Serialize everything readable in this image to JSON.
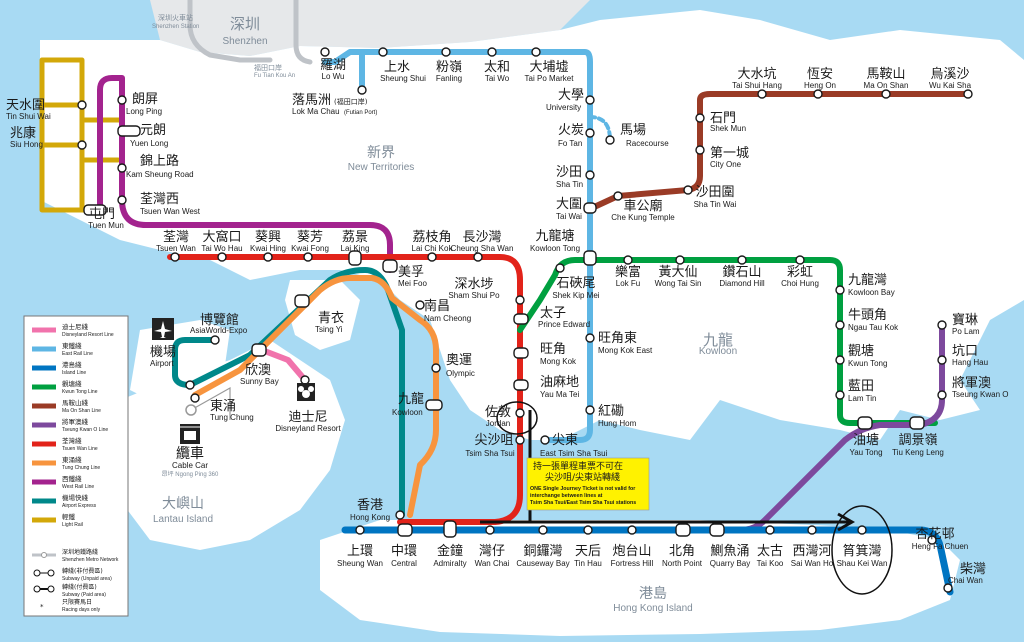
{
  "regions": {
    "shenzhen_zh": "深圳",
    "shenzhen_en": "Shenzhen",
    "nt_zh": "新界",
    "nt_en": "New Territories",
    "kowloon_zh": "九龍",
    "kowloon_en": "Kowloon",
    "lantau_zh": "大嶼山",
    "lantau_en": "Lantau Island",
    "hki_zh": "港島",
    "hki_en": "Hong Kong Island",
    "sz_station_zh": "深圳火車站",
    "sz_station_en": "Shenzhen Station",
    "futian_zh": "福田口岸",
    "futian_en": "Fu Tian Kou An",
    "ngongping": "昂坪 Ngong Ping 360"
  },
  "stations": {
    "lowu": {
      "zh": "羅湖",
      "en": "Lo Wu"
    },
    "lmc": {
      "zh": "落馬洲",
      "zh_note": "(福田口岸)",
      "en": "Lok Ma Chau",
      "en_note": "(Futian Port)"
    },
    "sheungshui": {
      "zh": "上水",
      "en": "Sheung Shui"
    },
    "fanling": {
      "zh": "粉嶺",
      "en": "Fanling"
    },
    "taiwo": {
      "zh": "太和",
      "en": "Tai Wo"
    },
    "taipomarket": {
      "zh": "大埔墟",
      "en": "Tai Po Market"
    },
    "university": {
      "zh": "大學",
      "en": "University"
    },
    "fotan": {
      "zh": "火炭",
      "en": "Fo Tan"
    },
    "racecourse": {
      "zh": "馬場",
      "en": "Racecourse"
    },
    "shatin": {
      "zh": "沙田",
      "en": "Sha Tin"
    },
    "taiwai": {
      "zh": "大圍",
      "en": "Tai Wai"
    },
    "chekung": {
      "zh": "車公廟",
      "en": "Che Kung Temple"
    },
    "shatinwai": {
      "zh": "沙田圍",
      "en": "Sha Tin Wai"
    },
    "cityone": {
      "zh": "第一城",
      "en": "City One"
    },
    "shekmun": {
      "zh": "石門",
      "en": "Shek Mun"
    },
    "taishuihang": {
      "zh": "大水坑",
      "en": "Tai Shui Hang"
    },
    "hengon": {
      "zh": "恆安",
      "en": "Heng On"
    },
    "maonshan": {
      "zh": "馬鞍山",
      "en": "Ma On Shan"
    },
    "wukaisha": {
      "zh": "烏溪沙",
      "en": "Wu Kai Sha"
    },
    "tinshuiwai": {
      "zh": "天水圍",
      "en": "Tin Shui Wai"
    },
    "siuhong": {
      "zh": "兆康",
      "en": "Siu Hong"
    },
    "tuenmun": {
      "zh": "屯門",
      "en": "Tuen Mun"
    },
    "longping": {
      "zh": "朗屏",
      "en": "Long Ping"
    },
    "yuenlong": {
      "zh": "元朗",
      "en": "Yuen Long"
    },
    "kamsheungroad": {
      "zh": "錦上路",
      "en": "Kam Sheung Road"
    },
    "tsuenwanwest": {
      "zh": "荃灣西",
      "en": "Tsuen Wan West"
    },
    "tsuenwan": {
      "zh": "荃灣",
      "en": "Tsuen Wan"
    },
    "taiwohau": {
      "zh": "大窩口",
      "en": "Tai Wo Hau"
    },
    "kwaihing": {
      "zh": "葵興",
      "en": "Kwai Hing"
    },
    "kwaifong": {
      "zh": "葵芳",
      "en": "Kwai Fong"
    },
    "laiking": {
      "zh": "荔景",
      "en": "Lai King"
    },
    "meifoo": {
      "zh": "美孚",
      "en": "Mei Foo"
    },
    "laichikok": {
      "zh": "荔枝角",
      "en": "Lai Chi Kok"
    },
    "cheungshawan": {
      "zh": "長沙灣",
      "en": "Cheung Sha Wan"
    },
    "shamshuipo": {
      "zh": "深水埗",
      "en": "Sham Shui Po"
    },
    "namcheong": {
      "zh": "南昌",
      "en": "Nam Cheong"
    },
    "olympic": {
      "zh": "奧運",
      "en": "Olympic"
    },
    "kowloon": {
      "zh": "九龍",
      "en": "Kowloon"
    },
    "tsingyi": {
      "zh": "青衣",
      "en": "Tsing Yi"
    },
    "sunnybay": {
      "zh": "欣澳",
      "en": "Sunny Bay"
    },
    "disney": {
      "zh": "迪士尼",
      "en": "Disneyland Resort"
    },
    "tungchung": {
      "zh": "東涌",
      "en": "Tung Chung"
    },
    "airport": {
      "zh": "機場",
      "en": "Airport"
    },
    "expo": {
      "zh": "博覽館",
      "en": "AsiaWorld-Expo"
    },
    "cablecar": {
      "zh": "纜車",
      "en": "Cable Car"
    },
    "kowloontong": {
      "zh": "九龍塘",
      "en": "Kowloon Tong"
    },
    "shekkipmei": {
      "zh": "石硤尾",
      "en": "Shek Kip Mei"
    },
    "princeedward": {
      "zh": "太子",
      "en": "Prince Edward"
    },
    "mongkok": {
      "zh": "旺角",
      "en": "Mong Kok"
    },
    "yaumatei": {
      "zh": "油麻地",
      "en": "Yau Ma Tei"
    },
    "jordan": {
      "zh": "佐敦",
      "en": "Jordan"
    },
    "tst": {
      "zh": "尖沙咀",
      "en": "Tsim Sha Tsui"
    },
    "etst": {
      "zh": "尖東",
      "en": "East Tsim Sha Tsui"
    },
    "hunghom": {
      "zh": "紅磡",
      "en": "Hung Hom"
    },
    "mongkokeast": {
      "zh": "旺角東",
      "en": "Mong Kok East"
    },
    "lokfu": {
      "zh": "樂富",
      "en": "Lok Fu"
    },
    "wongtaisin": {
      "zh": "黃大仙",
      "en": "Wong Tai Sin"
    },
    "diamondhill": {
      "zh": "鑽石山",
      "en": "Diamond Hill"
    },
    "choihung": {
      "zh": "彩虹",
      "en": "Choi Hung"
    },
    "kowloonbay": {
      "zh": "九龍灣",
      "en": "Kowloon Bay"
    },
    "ngautaukok": {
      "zh": "牛頭角",
      "en": "Ngau Tau Kok"
    },
    "kwuntong": {
      "zh": "觀塘",
      "en": "Kwun Tong"
    },
    "lamtin": {
      "zh": "藍田",
      "en": "Lam Tin"
    },
    "yautong": {
      "zh": "油塘",
      "en": "Yau Tong"
    },
    "tiukengleng": {
      "zh": "調景嶺",
      "en": "Tiu Keng Leng"
    },
    "polam": {
      "zh": "寶琳",
      "en": "Po Lam"
    },
    "hanghau": {
      "zh": "坑口",
      "en": "Hang Hau"
    },
    "tseungkwano": {
      "zh": "將軍澳",
      "en": "Tseung Kwan O"
    },
    "hongkong": {
      "zh": "香港",
      "en": "Hong Kong"
    },
    "sheungwan": {
      "zh": "上環",
      "en": "Sheung Wan"
    },
    "central": {
      "zh": "中環",
      "en": "Central"
    },
    "admiralty": {
      "zh": "金鐘",
      "en": "Admiralty"
    },
    "wanchai": {
      "zh": "灣仔",
      "en": "Wan Chai"
    },
    "causewaybay": {
      "zh": "銅鑼灣",
      "en": "Causeway Bay"
    },
    "tinhau": {
      "zh": "天后",
      "en": "Tin Hau"
    },
    "fortresshill": {
      "zh": "炮台山",
      "en": "Fortress Hill"
    },
    "northpoint": {
      "zh": "北角",
      "en": "North Point"
    },
    "quarrybay": {
      "zh": "鰂魚涌",
      "en": "Quarry Bay"
    },
    "taikoo": {
      "zh": "太古",
      "en": "Tai Koo"
    },
    "saiwanho": {
      "zh": "西灣河",
      "en": "Sai Wan Ho"
    },
    "shaukeiwan": {
      "zh": "筲箕灣",
      "en": "Shau Kei Wan"
    },
    "hengfachuen": {
      "zh": "杏花邨",
      "en": "Heng Fa Chuen"
    },
    "chaiwan": {
      "zh": "柴灣",
      "en": "Chai Wan"
    }
  },
  "notice": {
    "zh1": "持一張單程車票不可在",
    "zh2": "尖沙咀/尖東站轉綫",
    "en1": "ONE Single Journey Ticket is not valid for",
    "en2": "interchange between lines at",
    "en3": "Tsim Sha Tsui/East Tsim Sha Tsui stations"
  },
  "legend": {
    "items": [
      {
        "zh": "迪士尼綫",
        "en": "Disneyland Resort Line",
        "color": "#f173ac"
      },
      {
        "zh": "東鐵綫",
        "en": "East Rail Line",
        "color": "#5eb6e4"
      },
      {
        "zh": "港島綫",
        "en": "Island Line",
        "color": "#0075c2"
      },
      {
        "zh": "觀塘綫",
        "en": "Kwun Tong Line",
        "color": "#00a040"
      },
      {
        "zh": "馬鞍山綫",
        "en": "Ma On Shan Line",
        "color": "#9a3b26"
      },
      {
        "zh": "將軍澳綫",
        "en": "Tseung Kwan O Line",
        "color": "#7d499d"
      },
      {
        "zh": "荃灣綫",
        "en": "Tsuen Wan Line",
        "color": "#e2231a"
      },
      {
        "zh": "東涌綫",
        "en": "Tung Chung Line",
        "color": "#f7943e"
      },
      {
        "zh": "西鐵綫",
        "en": "West Rail Line",
        "color": "#a3238e"
      },
      {
        "zh": "機場快綫",
        "en": "Airport Express",
        "color": "#00888a"
      },
      {
        "zh": "輕鐵",
        "en": "Light Rail",
        "color": "#d3a809"
      }
    ],
    "shenzhen_zh": "深圳地鐵路綫",
    "shenzhen_en": "Shenzhen Metro Network",
    "unpaid_zh": "轉綫(非付費區)",
    "unpaid_en": "Subway (Unpaid area)",
    "paid_zh": "轉綫(付費區)",
    "paid_en": "Subway (Paid area)",
    "racing_zh": "只限賽馬日",
    "racing_en": "Racing days only"
  },
  "colors": {
    "water": "#a8daf3",
    "land": "#ffffff",
    "shenzhen_land": "#e6e8ea"
  }
}
